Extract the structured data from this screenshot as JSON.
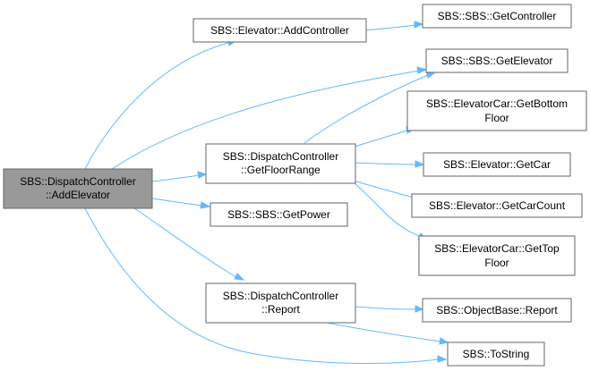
{
  "colors": {
    "edge": "#63b8ff",
    "node_border": "#666666",
    "root_fill": "#999999",
    "node_fill": "#ffffff"
  },
  "nodes": {
    "root": [
      "SBS::DispatchController",
      "::AddElevator"
    ],
    "add_controller": [
      "SBS::Elevator::AddController"
    ],
    "get_controller": [
      "SBS::SBS::GetController"
    ],
    "get_elevator": [
      "SBS::SBS::GetElevator"
    ],
    "get_bottom_floor": [
      "SBS::ElevatorCar::GetBottom",
      "Floor"
    ],
    "get_floor_range": [
      "SBS::DispatchController",
      "::GetFloorRange"
    ],
    "get_car": [
      "SBS::Elevator::GetCar"
    ],
    "get_car_count": [
      "SBS::Elevator::GetCarCount"
    ],
    "get_top_floor": [
      "SBS::ElevatorCar::GetTop",
      "Floor"
    ],
    "get_power": [
      "SBS::SBS::GetPower"
    ],
    "report": [
      "SBS::DispatchController",
      "::Report"
    ],
    "objectbase_report": [
      "SBS::ObjectBase::Report"
    ],
    "to_string": [
      "SBS::ToString"
    ]
  }
}
